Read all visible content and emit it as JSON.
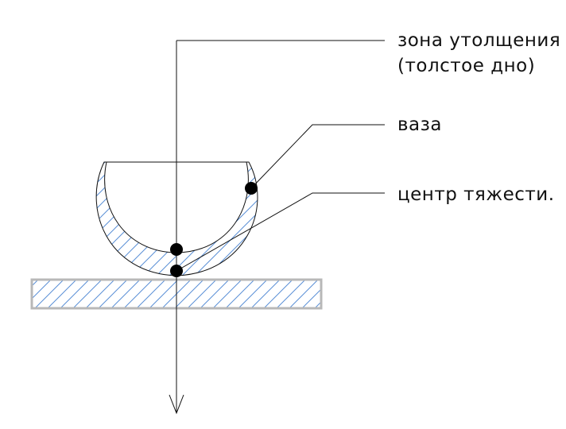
{
  "labels": {
    "thick_zone_line1": "зона утолщения",
    "thick_zone_line2": "(толстое дно)",
    "vase": "ваза",
    "center_of_gravity": "центр тяжести."
  },
  "colors": {
    "line": "#111111",
    "hatch": "#5a8fd6",
    "ground_border": "#b8b8b8",
    "dot": "#000000"
  }
}
